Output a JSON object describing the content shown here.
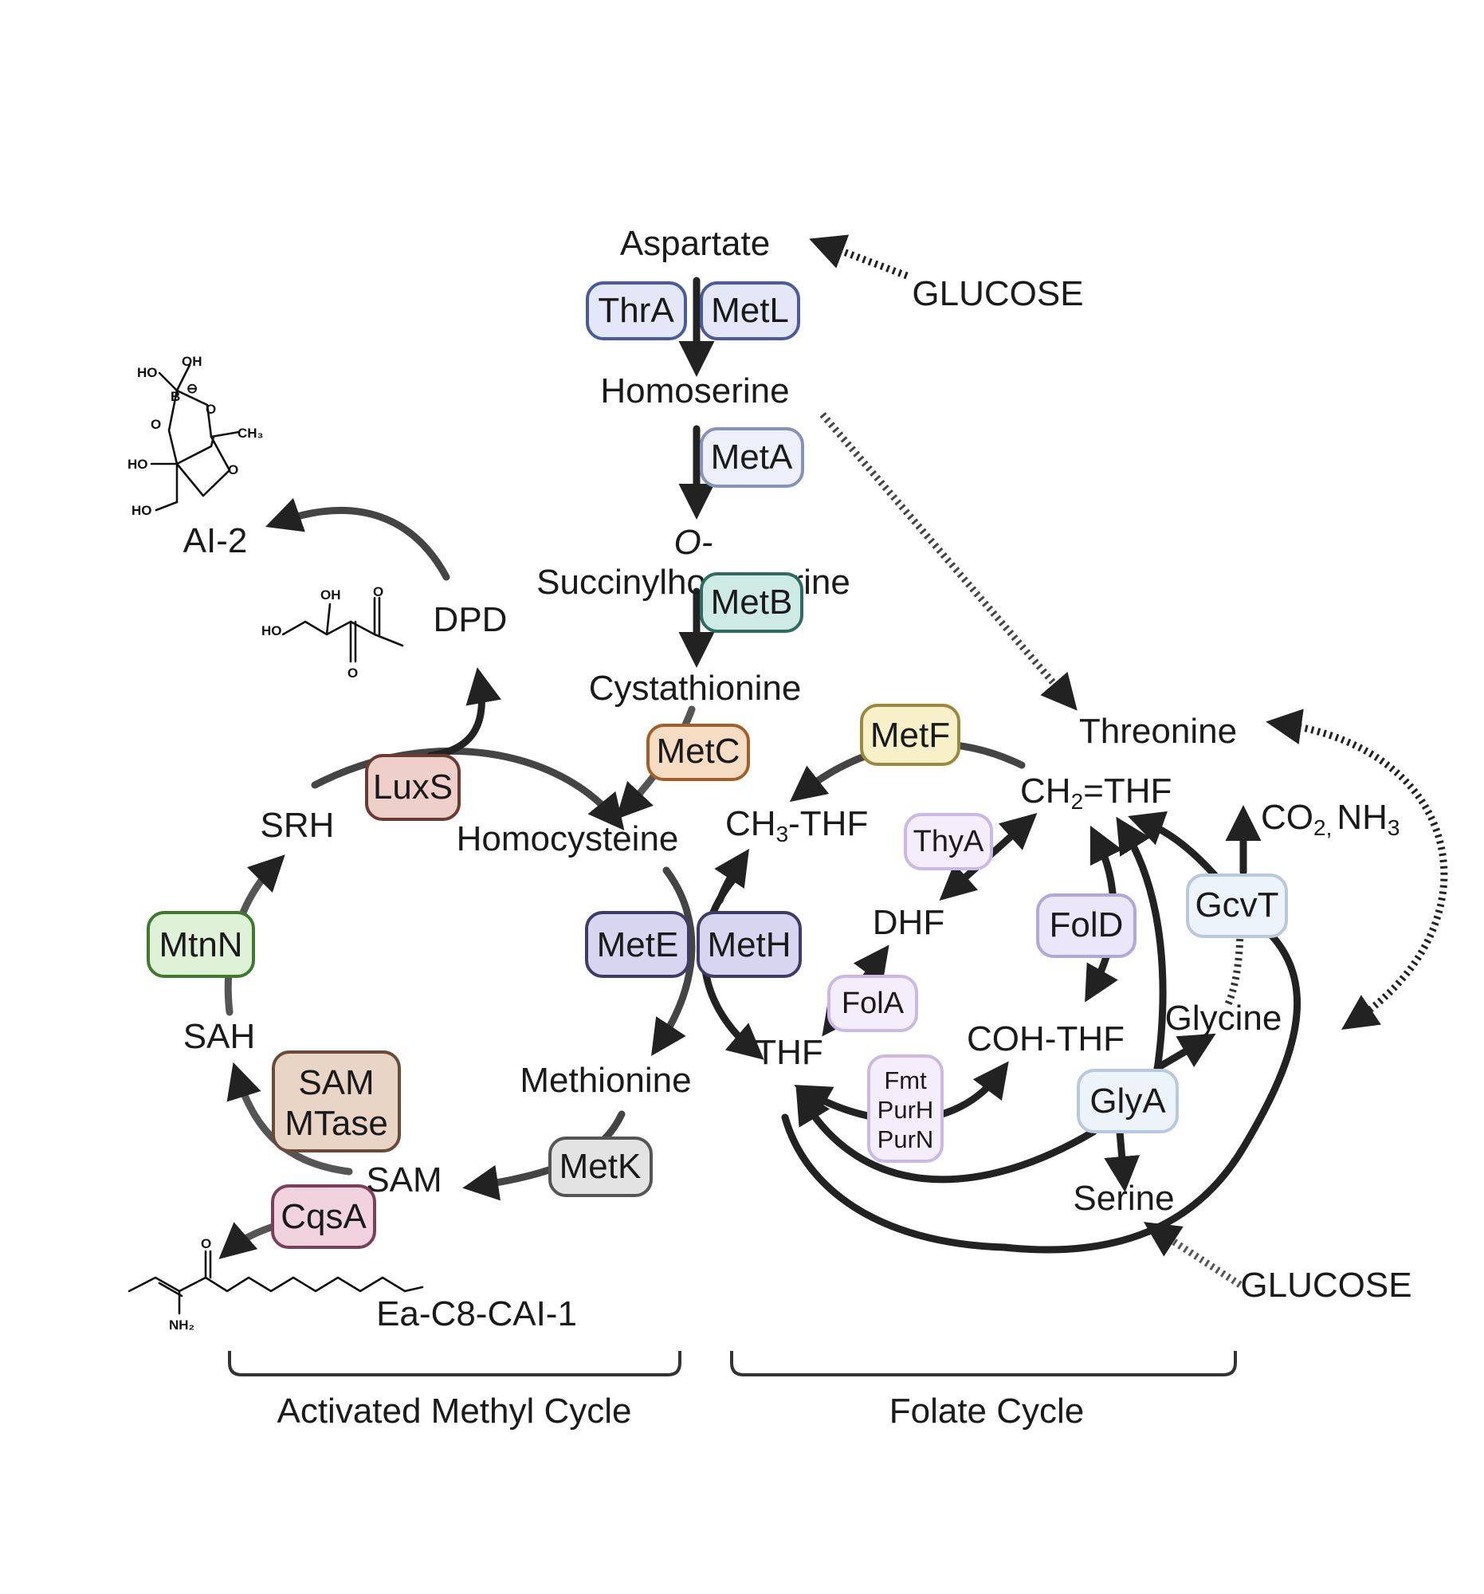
{
  "metabolites": {
    "aspartate": "Aspartate",
    "glucose_top": "GLUCOSE",
    "homoserine": "Homoserine",
    "o_prefix": "O-",
    "succinylhomoserine": "Succinylhomoserine",
    "cystathionine": "Cystathionine",
    "homocysteine": "Homocysteine",
    "methionine": "Methionine",
    "sam": "SAM",
    "sah": "SAH",
    "srh": "SRH",
    "dpd": "DPD",
    "ai2": "AI-2",
    "ea_c8_cai1": "Ea-C8-CAI-1",
    "threonine": "Threonine",
    "ch2_thf_a": "CH",
    "ch2_thf_sub": "2",
    "ch2_thf_b": "=THF",
    "ch3_thf_a": "CH",
    "ch3_thf_sub": "3",
    "ch3_thf_b": "-THF",
    "co2_a": "CO",
    "co2_sub": "2,",
    "nh3_a": "NH",
    "nh3_sub": "3",
    "dhf": "DHF",
    "thf": "THF",
    "coh_thf": "COH-THF",
    "glycine": "Glycine",
    "serine": "Serine",
    "glucose_bottom": "GLUCOSE"
  },
  "enzymes": {
    "thra": "ThrA",
    "metl": "MetL",
    "meta": "MetA",
    "metb": "MetB",
    "metc": "MetC",
    "mete": "MetE",
    "meth": "MetH",
    "metk": "MetK",
    "luxs": "LuxS",
    "mtnn": "MtnN",
    "sam_mtase_line1": "SAM",
    "sam_mtase_line2": "MTase",
    "cqsa": "CqsA",
    "metf": "MetF",
    "thya": "ThyA",
    "fola": "FolA",
    "fold": "FolD",
    "fmt_line1": "Fmt",
    "fmt_line2": "PurH",
    "fmt_line3": "PurN",
    "glya": "GlyA",
    "gcvt": "GcvT"
  },
  "chem_labels": {
    "oh": "OH",
    "ho": "HO",
    "b": "B",
    "minus": "⊖",
    "o": "O",
    "ch3": "CH₃",
    "nh2": "NH₂"
  },
  "cycles": {
    "activated_methyl": "Activated Methyl Cycle",
    "folate": "Folate Cycle"
  },
  "colors": {
    "thra_fill": "#e3e7f8",
    "thra_stroke": "#4a5a9a",
    "meta_fill": "#edf0fa",
    "meta_stroke": "#8593b8",
    "metb_fill": "#cdeae4",
    "metb_stroke": "#2f6b60",
    "metc_fill": "#f6dcc2",
    "metc_stroke": "#a35f2a",
    "mete_fill": "#d7d5ef",
    "mete_stroke": "#3e3a6a",
    "metk_fill": "#e3e3e3",
    "metk_stroke": "#555555",
    "luxs_fill": "#efcfca",
    "luxs_stroke": "#6b3a32",
    "mtnn_fill": "#dff2d8",
    "mtnn_stroke": "#3d7a2e",
    "sammtase_fill": "#e8d5c6",
    "sammtase_stroke": "#6b4a38",
    "cqsa_fill": "#f1d3df",
    "cqsa_stroke": "#7a3f5a",
    "metf_fill": "#f7f0c8",
    "metf_stroke": "#9a8a3a",
    "purple_fill": "#f4eefc",
    "purple_stroke": "#c9b8e8",
    "fold_fill": "#ece6fa",
    "fold_stroke": "#b3a6dd",
    "blue_fill": "#edf3fa",
    "blue_stroke": "#b7c8df"
  }
}
